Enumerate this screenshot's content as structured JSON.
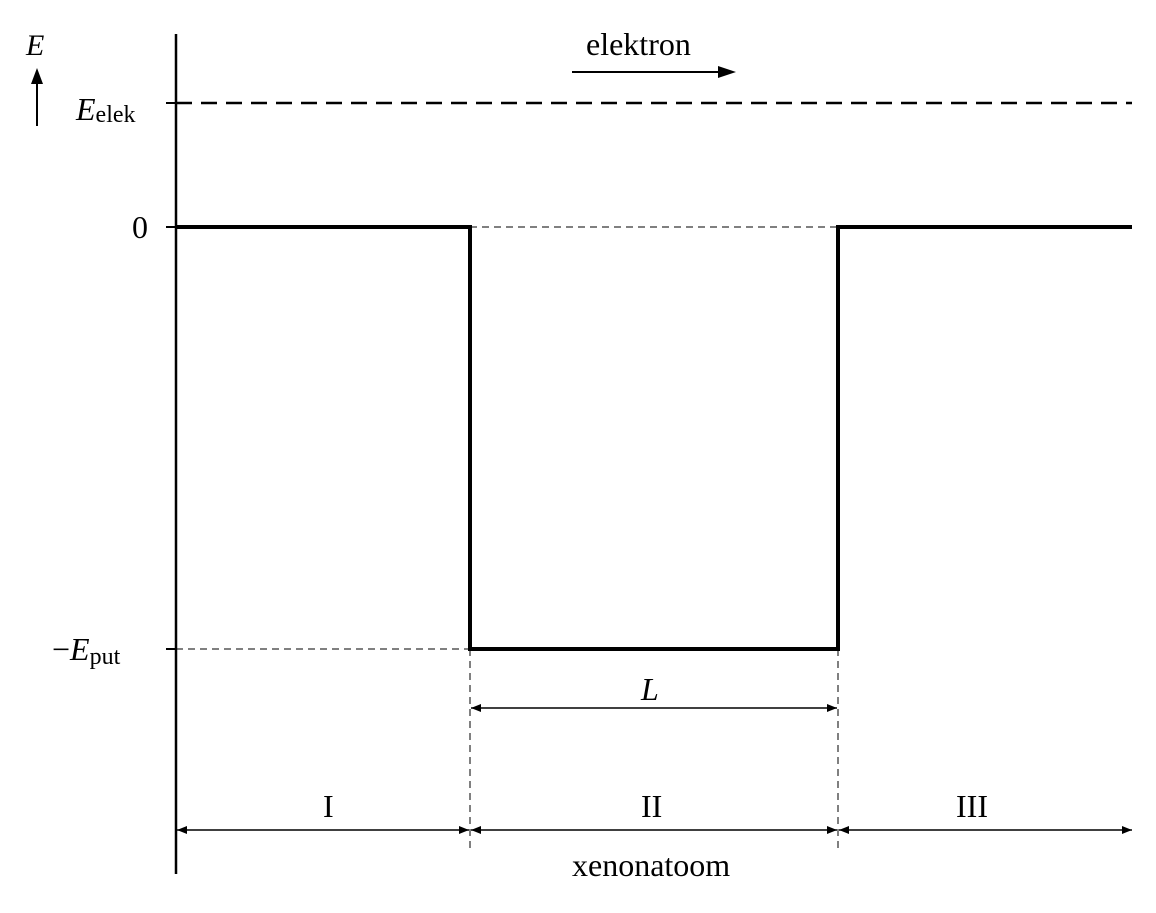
{
  "axis": {
    "symbol": "E",
    "arrow_icon": "up-arrow-icon"
  },
  "levels": {
    "electron_energy": {
      "symbol": "E",
      "subscript": "elek"
    },
    "zero": "0",
    "well_depth": {
      "prefix": "−",
      "symbol": "E",
      "subscript": "put"
    }
  },
  "electron": {
    "label": "elektron",
    "direction_icon": "right-arrow-icon"
  },
  "width": {
    "label": "L"
  },
  "regions": [
    {
      "label": "I"
    },
    {
      "label": "II"
    },
    {
      "label": "III"
    }
  ],
  "atom_label": "xenonatoom"
}
